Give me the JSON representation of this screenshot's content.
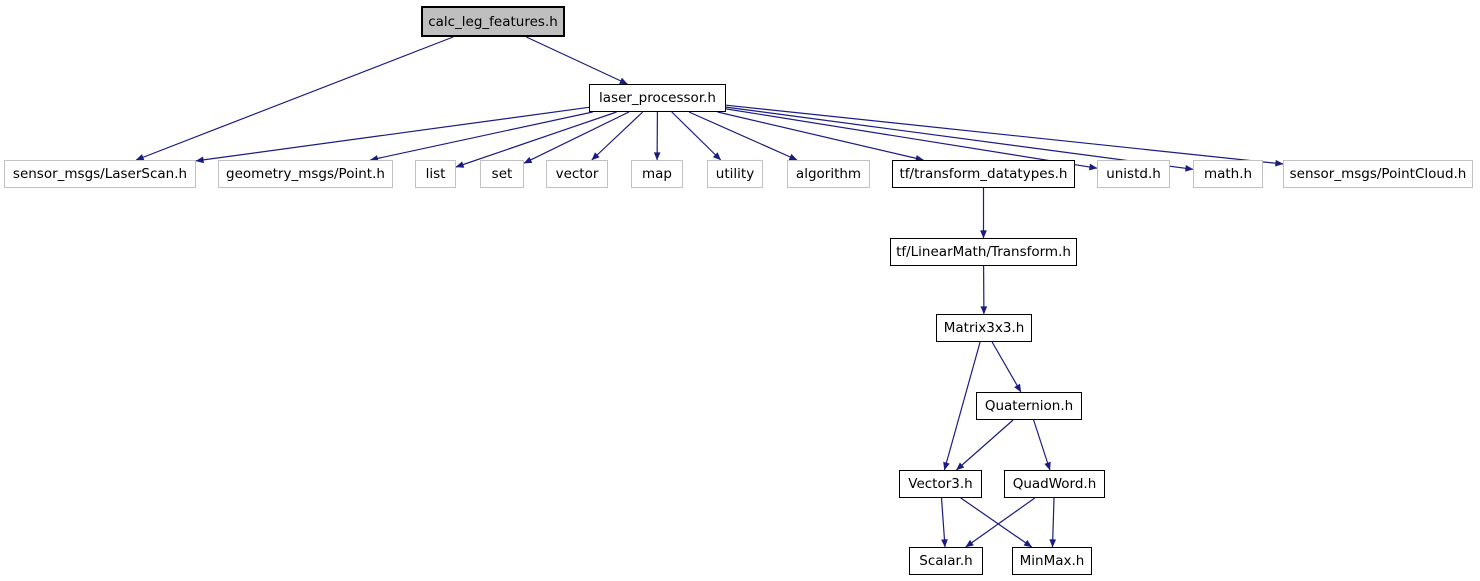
{
  "graph": {
    "colors": {
      "edge": "#1b1b80",
      "plain_border": "#c2c2c2",
      "linked_border": "#000000",
      "root_fill": "#bfbfbf",
      "background": "#ffffff"
    },
    "nodes": [
      {
        "id": "calc_leg_features",
        "label": "calc_leg_features.h",
        "kind": "root"
      },
      {
        "id": "laser_processor",
        "label": "laser_processor.h",
        "kind": "linked"
      },
      {
        "id": "laserscan",
        "label": "sensor_msgs/LaserScan.h",
        "kind": "plain"
      },
      {
        "id": "point",
        "label": "geometry_msgs/Point.h",
        "kind": "plain"
      },
      {
        "id": "list",
        "label": "list",
        "kind": "plain"
      },
      {
        "id": "set",
        "label": "set",
        "kind": "plain"
      },
      {
        "id": "vector",
        "label": "vector",
        "kind": "plain"
      },
      {
        "id": "map",
        "label": "map",
        "kind": "plain"
      },
      {
        "id": "utility",
        "label": "utility",
        "kind": "plain"
      },
      {
        "id": "algorithm",
        "label": "algorithm",
        "kind": "plain"
      },
      {
        "id": "transform_datatypes",
        "label": "tf/transform_datatypes.h",
        "kind": "linked"
      },
      {
        "id": "unistd",
        "label": "unistd.h",
        "kind": "plain"
      },
      {
        "id": "math",
        "label": "math.h",
        "kind": "plain"
      },
      {
        "id": "pointcloud",
        "label": "sensor_msgs/PointCloud.h",
        "kind": "plain"
      },
      {
        "id": "transform",
        "label": "tf/LinearMath/Transform.h",
        "kind": "linked"
      },
      {
        "id": "matrix3x3",
        "label": "Matrix3x3.h",
        "kind": "linked"
      },
      {
        "id": "quaternion",
        "label": "Quaternion.h",
        "kind": "linked"
      },
      {
        "id": "vector3",
        "label": "Vector3.h",
        "kind": "linked"
      },
      {
        "id": "quadword",
        "label": "QuadWord.h",
        "kind": "linked"
      },
      {
        "id": "scalar",
        "label": "Scalar.h",
        "kind": "linked"
      },
      {
        "id": "minmax",
        "label": "MinMax.h",
        "kind": "linked"
      }
    ],
    "edges": [
      {
        "from": "calc_leg_features",
        "to": "laserscan"
      },
      {
        "from": "calc_leg_features",
        "to": "laser_processor"
      },
      {
        "from": "laser_processor",
        "to": "laserscan"
      },
      {
        "from": "laser_processor",
        "to": "point"
      },
      {
        "from": "laser_processor",
        "to": "list"
      },
      {
        "from": "laser_processor",
        "to": "set"
      },
      {
        "from": "laser_processor",
        "to": "vector"
      },
      {
        "from": "laser_processor",
        "to": "map"
      },
      {
        "from": "laser_processor",
        "to": "utility"
      },
      {
        "from": "laser_processor",
        "to": "algorithm"
      },
      {
        "from": "laser_processor",
        "to": "transform_datatypes"
      },
      {
        "from": "laser_processor",
        "to": "unistd"
      },
      {
        "from": "laser_processor",
        "to": "math"
      },
      {
        "from": "laser_processor",
        "to": "pointcloud"
      },
      {
        "from": "transform_datatypes",
        "to": "transform"
      },
      {
        "from": "transform",
        "to": "matrix3x3"
      },
      {
        "from": "matrix3x3",
        "to": "quaternion"
      },
      {
        "from": "matrix3x3",
        "to": "vector3"
      },
      {
        "from": "quaternion",
        "to": "vector3"
      },
      {
        "from": "quaternion",
        "to": "quadword"
      },
      {
        "from": "vector3",
        "to": "scalar"
      },
      {
        "from": "vector3",
        "to": "minmax"
      },
      {
        "from": "quadword",
        "to": "scalar"
      },
      {
        "from": "quadword",
        "to": "minmax"
      }
    ]
  }
}
